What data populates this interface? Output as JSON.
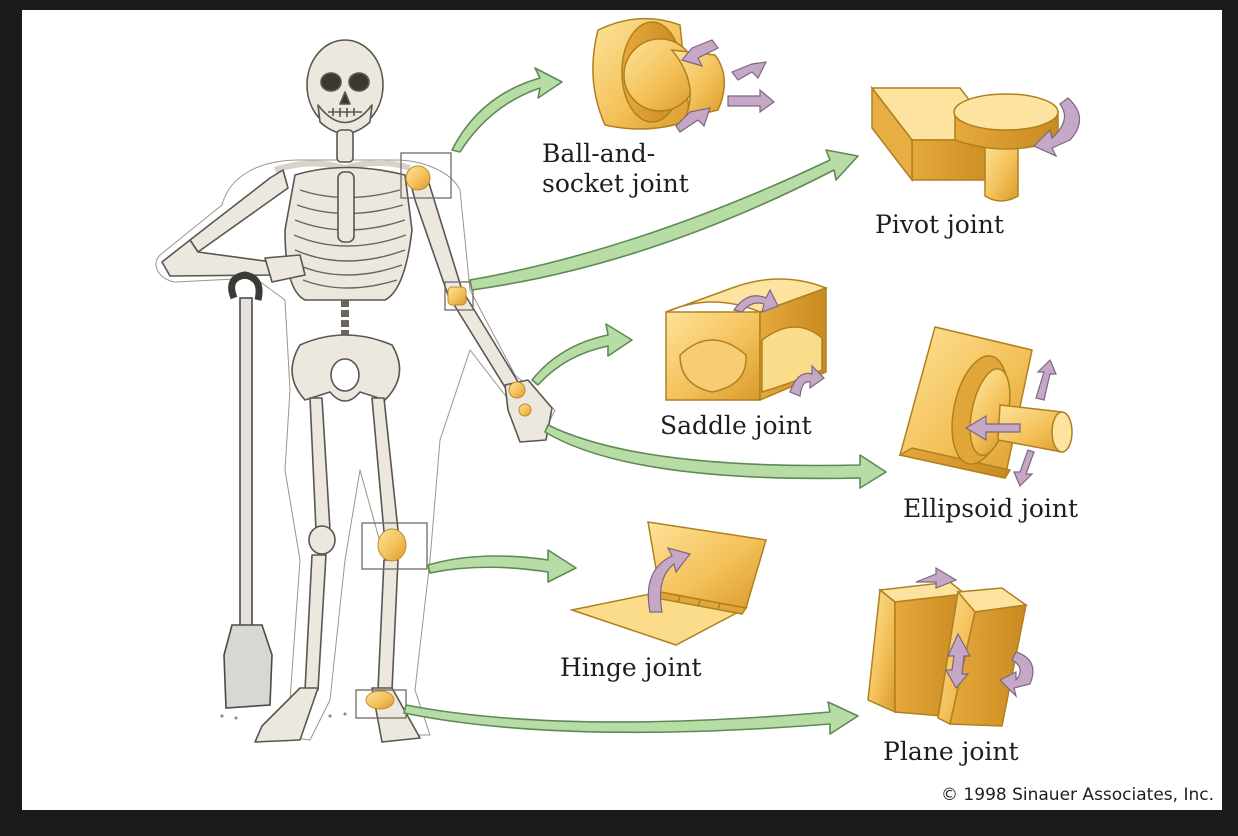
{
  "labels": {
    "ball_socket_line1": "Ball-and-",
    "ball_socket_line2": "socket joint",
    "pivot": "Pivot joint",
    "saddle": "Saddle joint",
    "ellipsoid": "Ellipsoid joint",
    "hinge": "Hinge joint",
    "plane": "Plane joint"
  },
  "copyright": "© 1998 Sinauer Associates, Inc.",
  "colors": {
    "joint_fill": "#f4c15a",
    "joint_highlight": "#fbdc8a",
    "joint_shadow": "#d99a2c",
    "arrow_fill": "#b8dca6",
    "arrow_stroke": "#5d8a55",
    "motion_arrow": "#b79bb8",
    "bone": "#e9e4dc",
    "bone_outline": "#5a5650"
  }
}
